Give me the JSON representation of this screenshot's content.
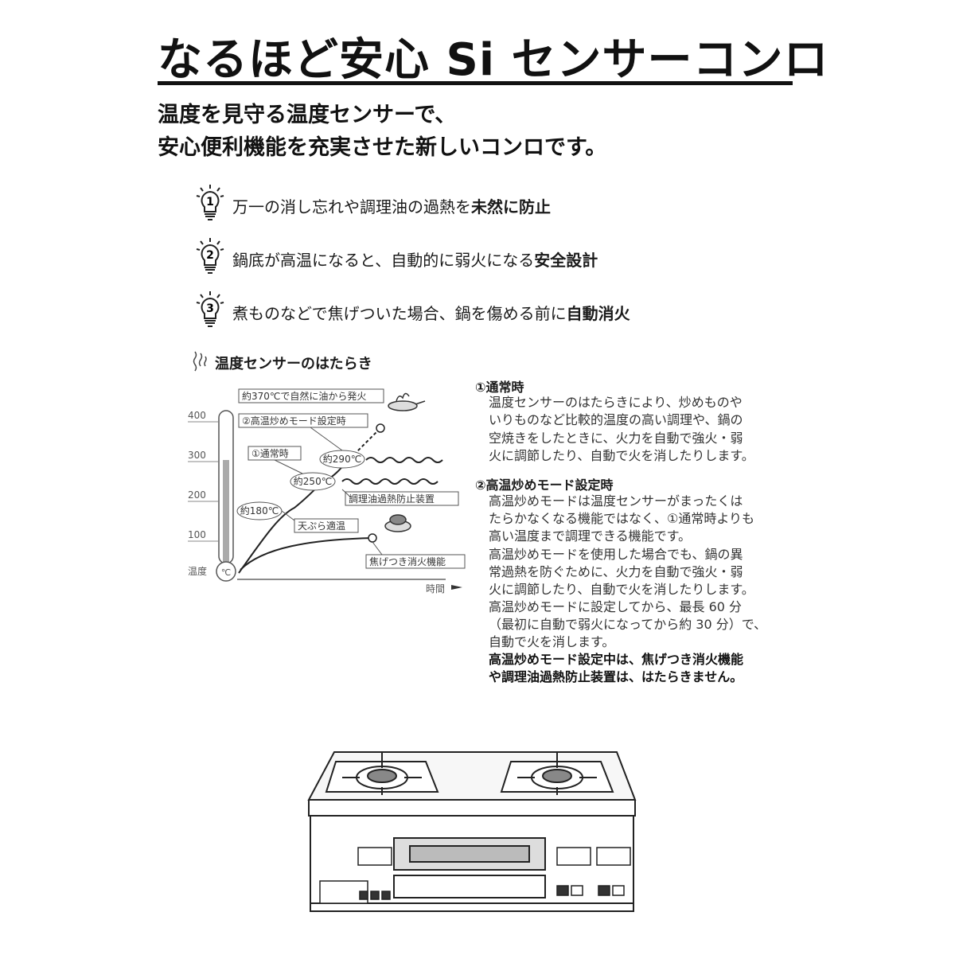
{
  "title": "なるほど安心 Si センサーコンロ",
  "intro": [
    "温度を見守る温度センサーで、",
    "安心便利機能を充実させた新しいコンロです。"
  ],
  "features": [
    {
      "num": "1",
      "text": "万一の消し忘れや調理油の過熱を",
      "bold": "未然に防止"
    },
    {
      "num": "2",
      "text": "鍋底が高温になると、自動的に弱火になる",
      "bold": "安全設計"
    },
    {
      "num": "3",
      "text": "煮ものなどで焦げついた場合、鍋を傷める前に",
      "bold": "自動消火"
    }
  ],
  "sensor_heading": "温度センサーのはたらき",
  "diagram": {
    "scale": [
      "400",
      "300",
      "200",
      "100"
    ],
    "temp_label": "温度",
    "celsius": "℃",
    "time_label": "時間",
    "boxes": {
      "ignite": "約370℃で自然に油から発火",
      "high_mode": "②高温炒めモード設定時",
      "normal": "①通常時",
      "oil_guard": "調理油過熱防止装置",
      "tempura": "天ぷら適温",
      "scorch": "焦げつき消火機能"
    },
    "ovals": {
      "t290": "約290℃",
      "t250": "約250℃",
      "t180": "約180℃"
    }
  },
  "explain": {
    "normal_head": "①通常時",
    "normal_lines": [
      "温度センサーのはたらきにより、炒めものや",
      "いりものなど比較的温度の高い調理や、鍋の",
      "空焼きをしたときに、火力を自動で強火・弱",
      "火に調節したり、自動で火を消したりします。"
    ],
    "high_head": "②高温炒めモード設定時",
    "high_lines": [
      "高温炒めモードは温度センサーがまったくは",
      "たらかなくなる機能ではなく、①通常時よりも",
      "高い温度まで調理できる機能です。",
      "高温炒めモードを使用した場合でも、鍋の異",
      "常過熱を防ぐために、火力を自動で強火・弱",
      "火に調節したり、自動で火を消したりします。",
      "高温炒めモードに設定してから、最長 60 分",
      "（最初に自動で弱火になってから約 30 分）で、",
      "自動で火を消します。"
    ],
    "high_bold_lines": [
      "高温炒めモード設定中は、焦げつき消火機能",
      "や調理油過熱防止装置は、はたらきません。"
    ]
  }
}
